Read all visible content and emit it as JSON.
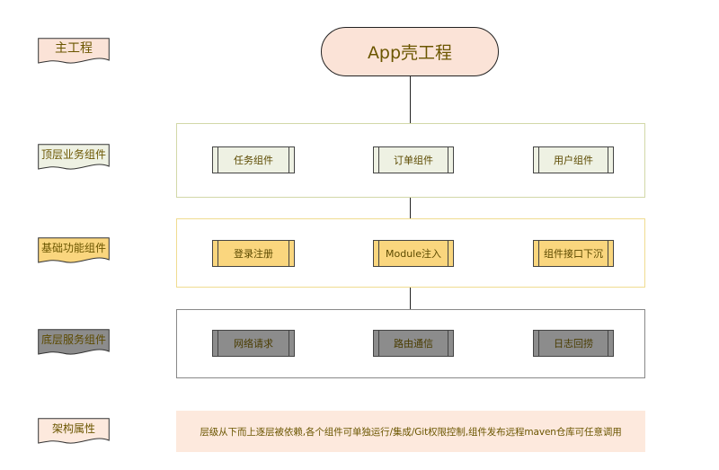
{
  "root": {
    "label": "App壳工程"
  },
  "left_labels": {
    "main": "主工程",
    "top": "顶层业务组件",
    "mid": "基础功能组件",
    "bot": "底层服务组件",
    "attr": "架构属性"
  },
  "colors": {
    "root_fill": "#fbe3d7",
    "green_fill": "#eef1e3",
    "yellow_fill": "#fad67e",
    "gray_fill": "#8c8c8c",
    "note_fill": "#fde9dd",
    "text": "#6b5600"
  },
  "layers": {
    "top": {
      "items": [
        "任务组件",
        "订单组件",
        "用户组件"
      ]
    },
    "mid": {
      "items": [
        "登录注册",
        "Module注入",
        "组件接口下沉"
      ]
    },
    "bot": {
      "items": [
        "网络请求",
        "路由通信",
        "日志回捞"
      ]
    }
  },
  "note": "层级从下而上逐层被依赖,各个组件可单独运行/集成/Git权限控制,组件发布远程maven仓库可任意调用"
}
